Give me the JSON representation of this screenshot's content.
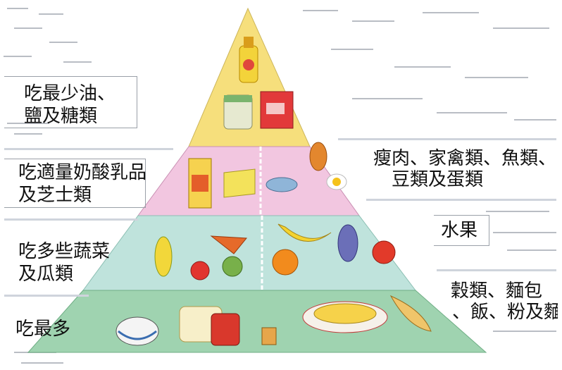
{
  "tiers": [
    {
      "id": "top",
      "lines": [
        "吃最少油、",
        "鹽及糖類"
      ],
      "side": "left",
      "color": "#f6df7c"
    },
    {
      "id": "protein-dairy",
      "left_lines": [
        "吃適量奶酸乳品",
        "及芝士類"
      ],
      "right_lines": [
        "瘦肉、家禽類、魚類、",
        "豆類及蛋類"
      ],
      "color_left": "#f2c6e0",
      "color_right": "#f2c6e0"
    },
    {
      "id": "veg-fruit",
      "left_lines": [
        "吃多些蔬菜",
        "及瓜類"
      ],
      "right_lines": [
        "水果"
      ],
      "color": "#bfe3dc"
    },
    {
      "id": "base",
      "left_lines": [
        "吃最多"
      ],
      "right_lines": [
        "穀類、麵包",
        "、飯、粉及麵"
      ],
      "color": "#9fd3b0"
    }
  ],
  "icons": [
    "oil-bottle-icon",
    "jam-jar-icon",
    "sugar-box-icon",
    "milk-carton-icon",
    "cheese-icon",
    "fish-icon",
    "drumstick-icon",
    "egg-icon",
    "corn-icon",
    "carrot-icon",
    "tomato-icon",
    "lettuce-icon",
    "banana-icon",
    "pear-icon",
    "orange-icon",
    "grapes-icon",
    "apple-icon",
    "rice-bowl-icon",
    "bread-icon",
    "noodle-plate-icon",
    "cracker-icon",
    "baguette-icon"
  ]
}
